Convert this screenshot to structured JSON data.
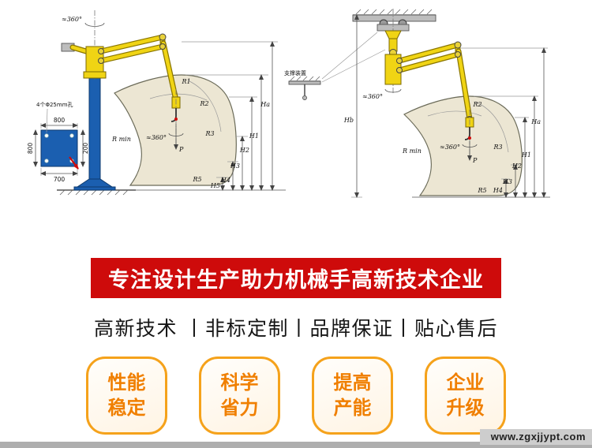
{
  "banner": {
    "text": "专注设计生产助力机械手高新技术企业"
  },
  "subtitle": {
    "text": "高新技术 丨非标定制丨品牌保证丨贴心售后"
  },
  "features": [
    {
      "line1": "性能",
      "line2": "稳定"
    },
    {
      "line1": "科学",
      "line2": "省力"
    },
    {
      "line1": "提高",
      "line2": "产能"
    },
    {
      "line1": "企业",
      "line2": "升级"
    }
  ],
  "watermark": {
    "text": "www.zgxjjypt.com"
  },
  "colors": {
    "banner_red": "#ce0b0b",
    "feature_orange": "#f07f00",
    "feature_border": "#f5a21b",
    "column_blue": "#1b5fb0",
    "arm_yellow": "#f0d414",
    "envelope_tan": "#ece6d3"
  },
  "diagram_left": {
    "rotation_top": "≈360°",
    "rotation_wrist": "≈360°",
    "point_p": "P",
    "holes_note": "4个Φ25mm孔",
    "base_dim_top": "800",
    "base_dim_left": "800",
    "base_dim_bottom": "700",
    "base_dim_right": "200",
    "r_min": "R min",
    "r1": "R1",
    "r2": "R2",
    "r3": "R3",
    "r5": "R5",
    "h1": "H1",
    "h2": "H2",
    "h3": "H3",
    "h4": "H4",
    "h5": "H5",
    "ha": "Ha"
  },
  "diagram_right": {
    "support_note": "支撑装置",
    "rotation_hanger": "≈360°",
    "rotation_wrist": "≈360°",
    "point_p": "P",
    "r_min": "R min",
    "r2": "R2",
    "r3": "R3",
    "r5": "R5",
    "h1": "H1",
    "h2": "H2",
    "h3": "H3",
    "h4": "H4",
    "ha": "Ha",
    "hb": "Hb"
  }
}
